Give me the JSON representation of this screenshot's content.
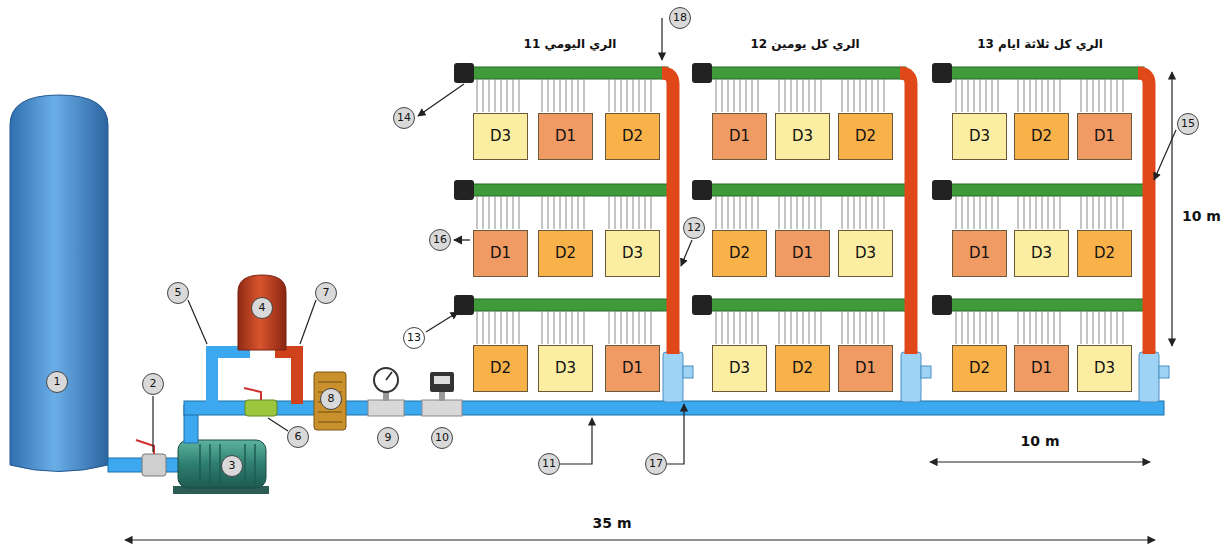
{
  "diagram": {
    "nodes": [
      {
        "text": [
          "D3"
        ]
      },
      {
        "text": [
          "D1"
        ]
      },
      {
        "text": [
          "D2"
        ]
      },
      {
        "text": [
          "D1"
        ]
      },
      {
        "text": [
          "D3"
        ]
      },
      {
        "text": [
          "D2"
        ]
      },
      {
        "text": [
          "D3"
        ]
      },
      {
        "text": [
          "D2"
        ]
      },
      {
        "text": [
          "D1"
        ]
      },
      {
        "text": [
          "D1"
        ]
      },
      {
        "text": [
          "D2"
        ]
      },
      {
        "text": [
          "D3"
        ]
      },
      {
        "text": [
          "D2"
        ]
      },
      {
        "text": [
          "D1"
        ]
      },
      {
        "text": [
          "D3"
        ]
      },
      {
        "text": [
          "D1"
        ]
      },
      {
        "text": [
          "D3"
        ]
      },
      {
        "text": [
          "D2"
        ]
      },
      {
        "text": [
          "D2"
        ]
      },
      {
        "text": [
          "D3"
        ]
      },
      {
        "text": [
          "D1"
        ]
      },
      {
        "text": [
          "D3"
        ]
      },
      {
        "text": [
          "D2"
        ]
      },
      {
        "text": [
          "D1"
        ]
      },
      {
        "text": [
          "D2"
        ]
      },
      {
        "text": [
          "D1"
        ]
      },
      {
        "text": [
          "D3"
        ]
      },
      {
        "text": [
          "18"
        ]
      },
      {
        "text": [
          "14"
        ]
      },
      {
        "text": [
          "15"
        ]
      },
      {
        "text": [
          "12"
        ]
      },
      {
        "text": [
          "16"
        ]
      },
      {
        "text": [
          "13"
        ]
      },
      {
        "text": [
          "5"
        ]
      },
      {
        "text": [
          "7"
        ]
      },
      {
        "text": [
          "4"
        ]
      },
      {
        "text": [
          "1"
        ]
      },
      {
        "text": [
          "2"
        ]
      },
      {
        "text": [
          "8"
        ]
      },
      {
        "text": [
          "9"
        ]
      },
      {
        "text": [
          "10"
        ]
      },
      {
        "text": [
          "6"
        ]
      },
      {
        "text": [
          "3"
        ]
      },
      {
        "text": [
          "11"
        ]
      },
      {
        "text": [
          "17"
        ]
      }
    ],
    "labels": [
      "الري اليومي 11",
      "الري كل يومين 12",
      "الري كل ثلاثة ايام 13",
      "10 m",
      "10 m",
      "35 m"
    ]
  }
}
